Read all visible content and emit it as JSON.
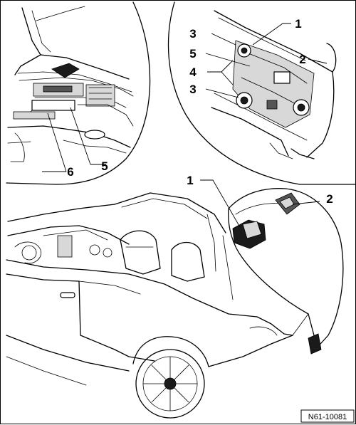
{
  "figure_id": "N61-10081",
  "callouts": {
    "inset_left": [
      "6",
      "5"
    ],
    "inset_right": [
      "1",
      "2",
      "3",
      "5",
      "4",
      "3"
    ],
    "main": [
      "1",
      "2"
    ]
  },
  "colors": {
    "line": "#000000",
    "background": "#ffffff",
    "dark_fill": "#1a1a1a"
  }
}
